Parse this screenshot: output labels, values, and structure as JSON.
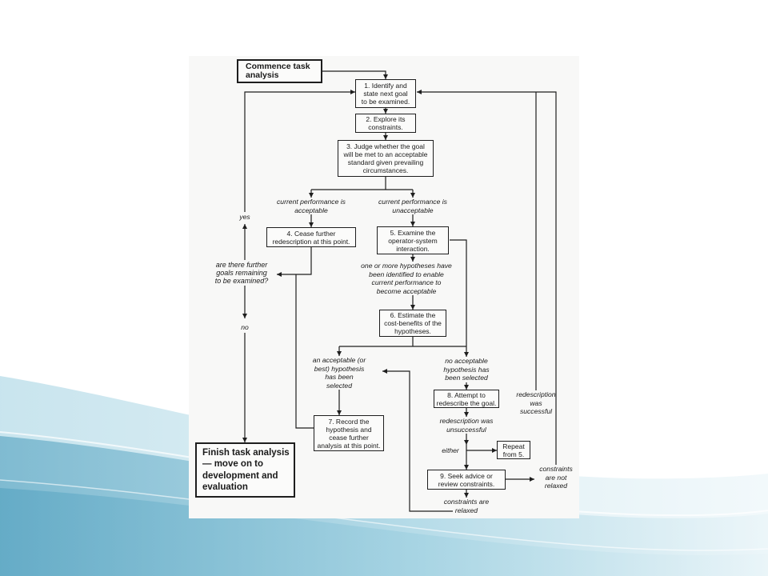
{
  "theme": {
    "wave_dark": "#4f9fbe",
    "wave_mid": "#9ccfe0",
    "wave_light": "#e8f4f8"
  },
  "diagram": {
    "start": {
      "lines": [
        "Commence task",
        "analysis"
      ]
    },
    "step1": {
      "lines": [
        "1. Identify and",
        "state next goal",
        "to be examined."
      ]
    },
    "step2": {
      "lines": [
        "2. Explore its",
        "constraints."
      ]
    },
    "step3": {
      "lines": [
        "3. Judge whether the goal",
        "will be met to an acceptable",
        "standard given prevailing",
        "circumstances."
      ]
    },
    "acceptable": {
      "lines": [
        "current performance is",
        "acceptable"
      ]
    },
    "unacceptable": {
      "lines": [
        "current performance is",
        "unacceptable"
      ]
    },
    "yes": "yes",
    "step4": {
      "lines": [
        "4. Cease further",
        "redescription at this point."
      ]
    },
    "step5": {
      "lines": [
        "5. Examine the",
        "operator-system",
        "interaction."
      ]
    },
    "question": {
      "lines": [
        "are there further",
        "goals remaining",
        "to be examined?"
      ]
    },
    "hypotheses_found": {
      "lines": [
        "one or more hypotheses have",
        "been identified to enable",
        "current performance to",
        "become acceptable"
      ]
    },
    "no": "no",
    "step6": {
      "lines": [
        "6. Estimate the",
        "cost-benefits of the",
        "hypotheses."
      ]
    },
    "hypothesis_selected": {
      "lines": [
        "an acceptable (or",
        "best) hypothesis",
        "has been",
        "selected"
      ]
    },
    "no_hypothesis": {
      "lines": [
        "no acceptable",
        "hypothesis has",
        "been selected"
      ]
    },
    "redescription_successful": {
      "lines": [
        "redescription",
        "was",
        "successful"
      ]
    },
    "step8": {
      "lines": [
        "8. Attempt to",
        "redescribe the goal."
      ]
    },
    "redescription_unsuccessful": {
      "lines": [
        "redescription was",
        "unsuccessful"
      ]
    },
    "step7": {
      "lines": [
        "7. Record the",
        "hypothesis and",
        "cease further",
        "analysis at this point."
      ]
    },
    "either": "either",
    "repeat": {
      "lines": [
        "Repeat",
        "from 5."
      ]
    },
    "finish": {
      "lines": [
        "Finish task analysis",
        "— move on to",
        "development and",
        "evaluation"
      ]
    },
    "step9": {
      "lines": [
        "9. Seek advice or",
        "review constraints."
      ]
    },
    "not_relaxed": {
      "lines": [
        "constraints",
        "are not",
        "relaxed"
      ]
    },
    "relaxed": {
      "lines": [
        "constraints are",
        "relaxed"
      ]
    }
  }
}
